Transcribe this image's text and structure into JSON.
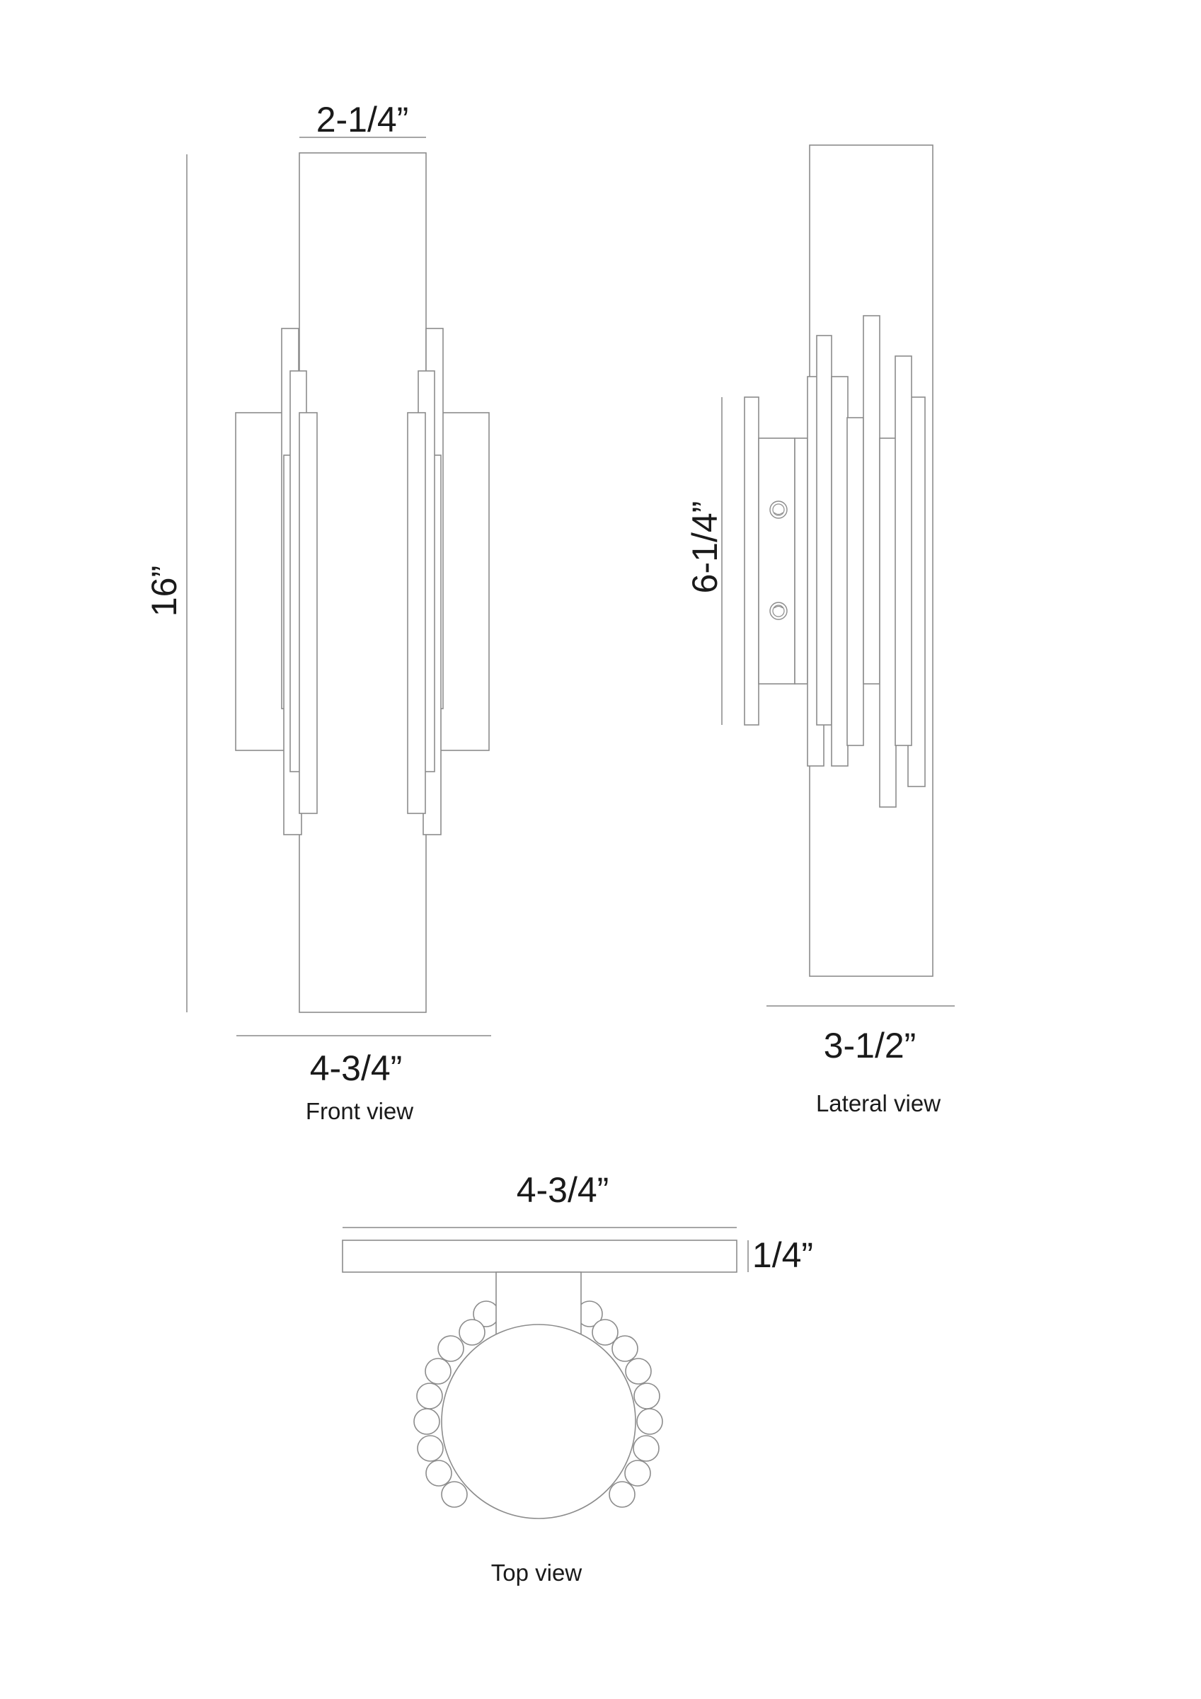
{
  "colors": {
    "background": "#ffffff",
    "line": "#8c8c8c",
    "dimension_line": "#a6a6a6",
    "text": "#1a1a1a"
  },
  "front_view": {
    "label": "Front view",
    "dimensions": {
      "top_width": "2-1/4”",
      "height": "16”",
      "bottom_width": "4-3/4”"
    }
  },
  "lateral_view": {
    "label": "Lateral view",
    "dimensions": {
      "backplate_height": "6-1/4”",
      "depth": "3-1/2”"
    },
    "screws": 2
  },
  "top_view": {
    "label": "Top view",
    "dimensions": {
      "width": "4-3/4”",
      "thickness": "1/4”"
    },
    "bead_count_per_side": 9
  }
}
